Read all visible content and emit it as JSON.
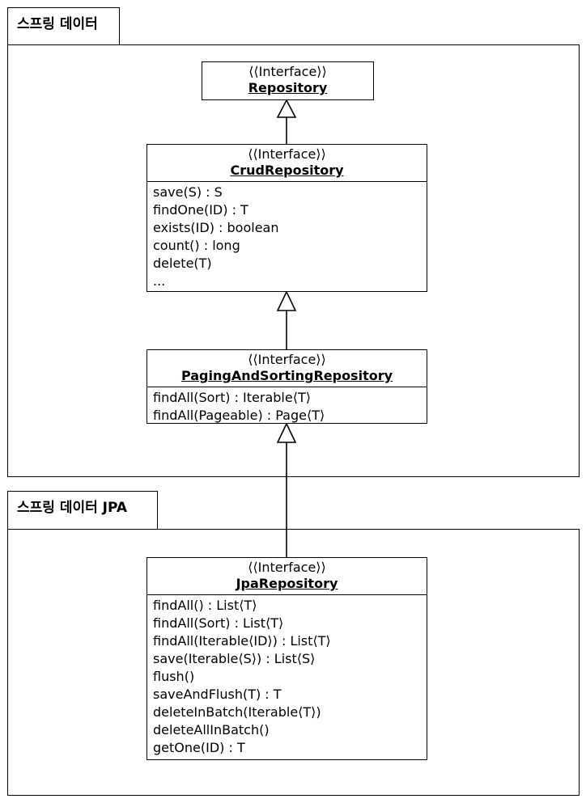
{
  "packages": {
    "spring_data": {
      "title": "스프링 데이터"
    },
    "spring_data_jpa": {
      "title": "스프링 데이터 JPA"
    }
  },
  "classes": {
    "repository": {
      "stereotype": "⟨⟨Interface⟩⟩",
      "name": "Repository",
      "operations": []
    },
    "crud_repository": {
      "stereotype": "⟨⟨Interface⟩⟩",
      "name": "CrudRepository",
      "operations": [
        "save(S) : S",
        "findOne(ID) : T",
        "exists(ID) : boolean",
        "count() : long",
        "delete(T)",
        "..."
      ]
    },
    "paging_repository": {
      "stereotype": "⟨⟨Interface⟩⟩",
      "name": "PagingAndSortingRepository",
      "operations": [
        "findAll(Sort) : Iterable⟨T⟩",
        "findAll(Pageable) : Page⟨T⟩"
      ]
    },
    "jpa_repository": {
      "stereotype": "⟨⟨Interface⟩⟩",
      "name": "JpaRepository",
      "operations": [
        "findAll() : List⟨T⟩",
        "findAll(Sort) : List⟨T⟩",
        "findAll(Iterable⟨ID⟩) : List⟨T⟩",
        "save(Iterable⟨S⟩) : List⟨S⟩",
        "flush()",
        "saveAndFlush(T) : T",
        "deleteInBatch(Iterable⟨T⟩)",
        "deleteAllInBatch()",
        "getOne(ID) : T"
      ]
    }
  }
}
